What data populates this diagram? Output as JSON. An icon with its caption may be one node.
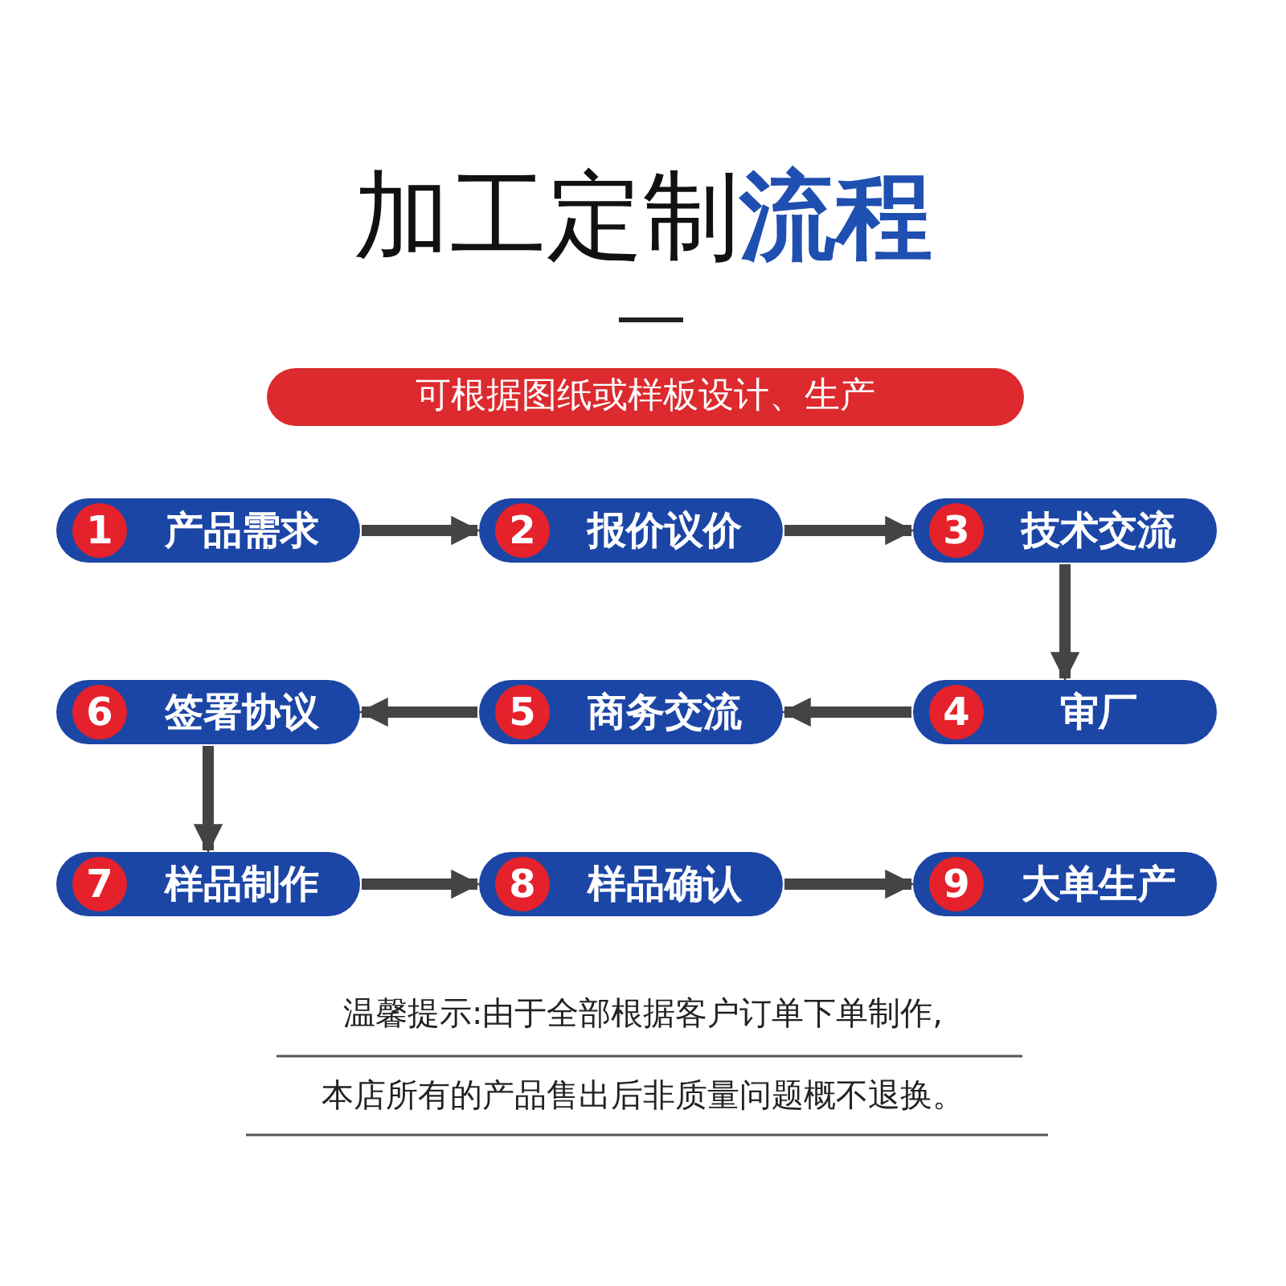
{
  "diagram": {
    "title": "加工定制**流程**",
    "nodes": [
      {
        "text": [
          "可根据图纸或样板设计、生产"
        ]
      },
      {
        "text": [
          "1",
          "产品需求"
        ]
      },
      {
        "text": [
          "2",
          "报价议价"
        ]
      },
      {
        "text": [
          "3",
          "技术交流"
        ]
      },
      {
        "text": [
          "6",
          "签署协议"
        ]
      },
      {
        "text": [
          "5",
          "商务交流"
        ]
      },
      {
        "text": [
          "4",
          "审厂"
        ]
      },
      {
        "text": [
          "7",
          "样品制作"
        ]
      },
      {
        "text": [
          "8",
          "样品确认"
        ]
      },
      {
        "text": [
          "9",
          "大单生产"
        ]
      }
    ],
    "edges": [
      {
        "from": 1,
        "to": 2,
        "arrow": "to"
      },
      {
        "from": 2,
        "to": 3,
        "arrow": "to"
      },
      {
        "from": 3,
        "to": 6,
        "arrow": "to"
      },
      {
        "from": 6,
        "to": 5,
        "arrow": "to"
      },
      {
        "from": 5,
        "to": 4,
        "arrow": "to"
      },
      {
        "from": 4,
        "to": 7,
        "arrow": "to"
      },
      {
        "from": 7,
        "to": 8,
        "arrow": "to"
      },
      {
        "from": 8,
        "to": 9,
        "arrow": "to"
      }
    ],
    "labels": [
      "温馨提示:由于全部根据客户订单下单制作,",
      "本店所有的产品售出后非质量问题概不退换。"
    ]
  }
}
